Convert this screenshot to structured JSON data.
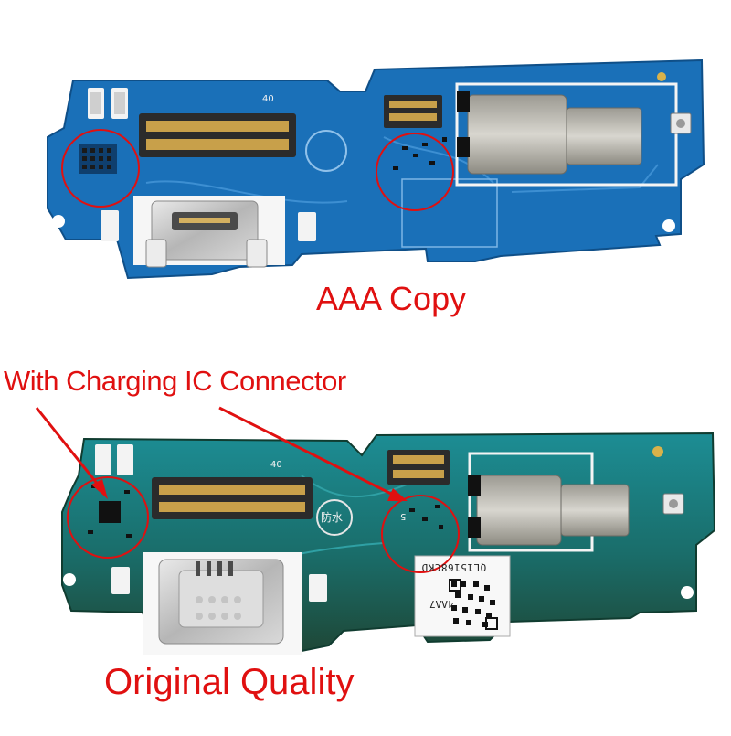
{
  "captions": {
    "copy": "AAA Copy",
    "ic_connector": "With Charging IC Connector",
    "original": "Original Quality"
  },
  "board_markings": {
    "top_pin_count": "40",
    "bottom_pin_count": "40",
    "waterproof": "防水",
    "pad_number": "5",
    "serial_label": "QL15168CKD",
    "label_code": "4AA7"
  },
  "colors": {
    "caption": "#e01010",
    "copy_board": "#1a70b8",
    "original_board_top": "#1b8a8e",
    "original_board_bottom": "#1f4a3a"
  }
}
